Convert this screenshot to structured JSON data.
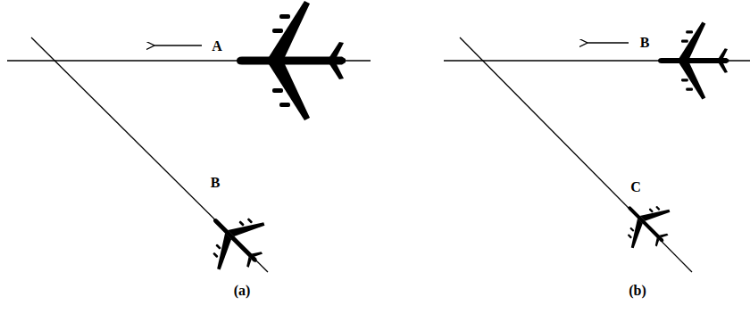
{
  "diagram": {
    "labels": [
      "A",
      "B",
      "(a)",
      "B",
      "C",
      "(b)"
    ]
  }
}
